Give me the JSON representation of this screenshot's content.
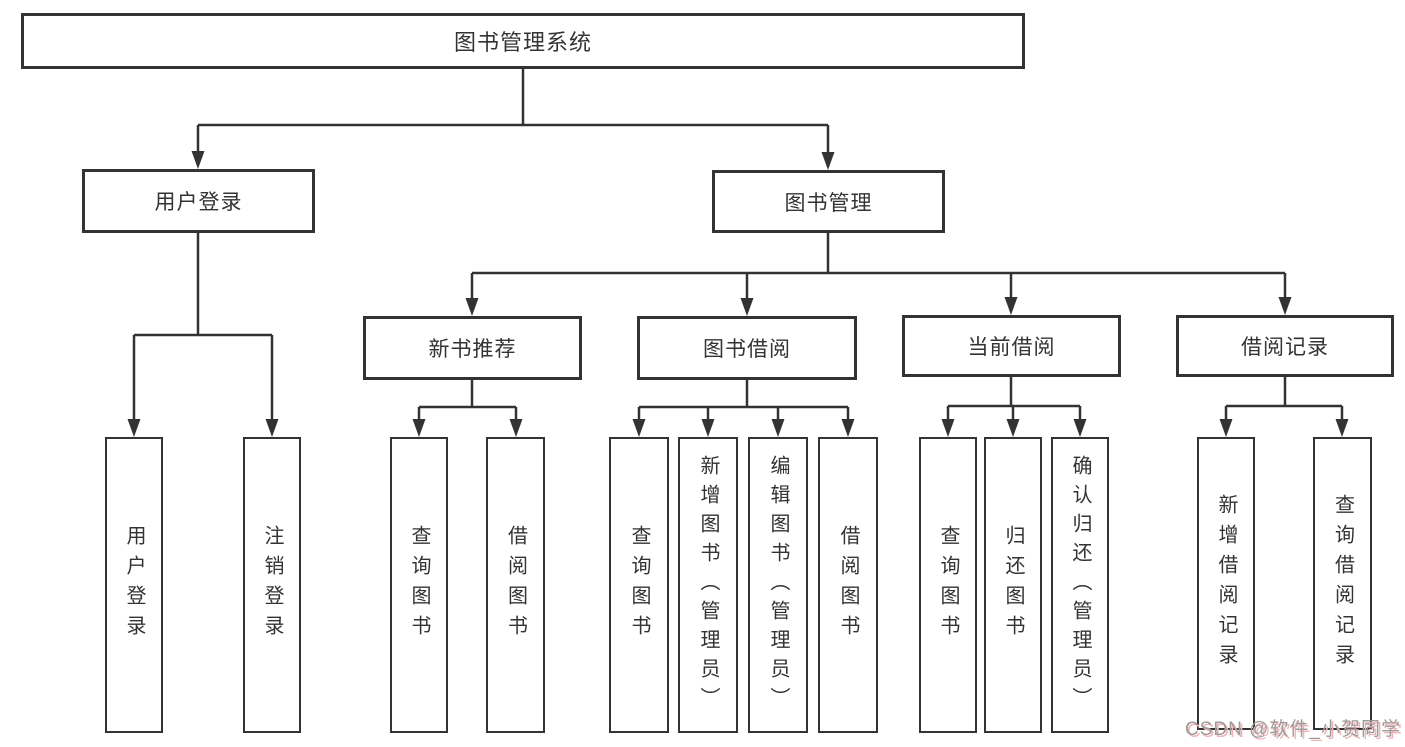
{
  "tree": {
    "root": "图书管理系统",
    "branches": [
      {
        "label": "用户登录",
        "children": [
          "用户登录",
          "注销登录"
        ]
      },
      {
        "label": "图书管理",
        "children": [
          {
            "label": "新书推荐",
            "children": [
              "查询图书",
              "借阅图书"
            ]
          },
          {
            "label": "图书借阅",
            "children": [
              "查询图书",
              "新增图书（管理员）",
              "编辑图书（管理员）",
              "借阅图书"
            ]
          },
          {
            "label": "当前借阅",
            "children": [
              "查询图书",
              "归还图书",
              "确认归还（管理员）"
            ]
          },
          {
            "label": "借阅记录",
            "children": [
              "新增借阅记录",
              "查询借阅记录"
            ]
          }
        ]
      }
    ]
  },
  "watermark": "CSDN @软件_小贺同学",
  "colors": {
    "line": "#333333",
    "text": "#333333",
    "background": "#ffffff",
    "watermark_gray": "#9c9c9c",
    "watermark_accent": "#f2b3b7"
  }
}
